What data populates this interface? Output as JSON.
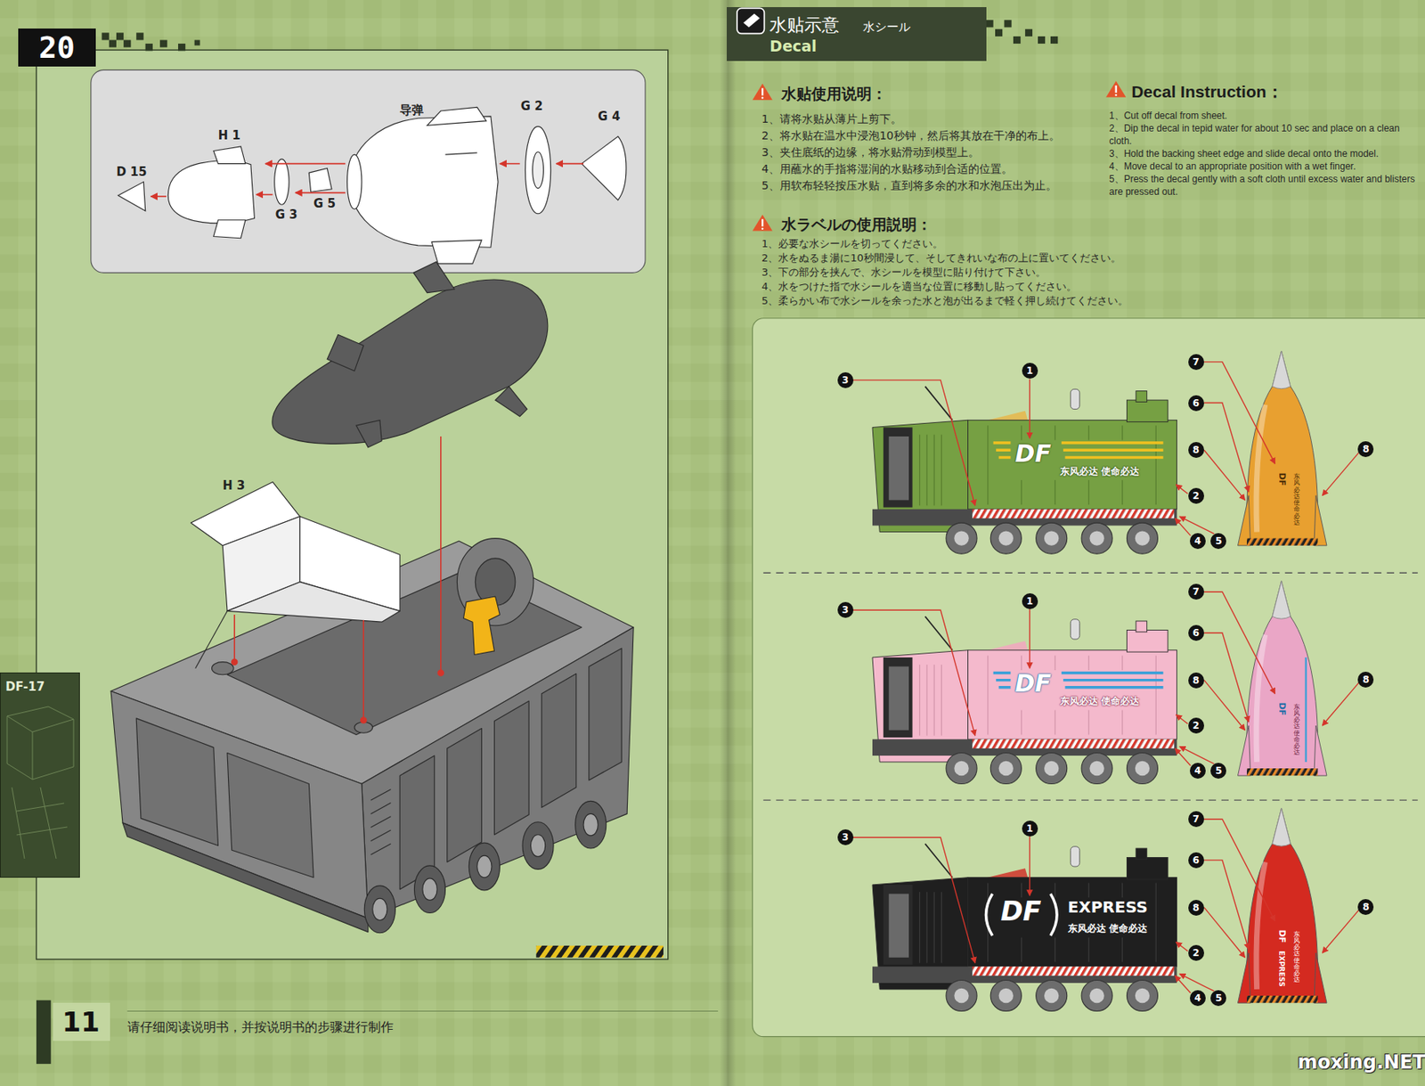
{
  "diagram": {
    "nodes": [
      {
        "text": [
          "20"
        ]
      },
      {
        "text": [
          "DF-17"
        ]
      },
      {
        "text": [
          "11"
        ]
      },
      {
        "text": [
          "水贴示意",
          "水シール",
          "Decal"
        ]
      }
    ],
    "labels": [
      "导弹",
      "G 2",
      "G 4",
      "H 1",
      "D 15",
      "G 3",
      "G 5",
      "H 3",
      "请仔细阅读说明书，并按说明书的步骤进行制作",
      "水贴使用说明：",
      "1、请将水贴从薄片上剪下。",
      "2、将水贴在温水中浸泡10秒钟，然后将其放在干净的布上。",
      "3、夹住底纸的边缘，将水贴滑动到模型上。",
      "4、用蘸水的手指将湿润的水贴移动到合适的位置。",
      "5、用软布轻轻按压水贴，直到将多余的水和水泡压出为止。",
      "水ラベルの使用説明：",
      "1、必要な水シールを切ってください。",
      "2、水をぬるま湯に10秒間浸して、そしてきれいな布の上に置いてください。",
      "3、下の部分を挟んで、水シールを模型に貼り付けて下さい。",
      "4、水をつけた指で水シールを適当な位置に移動し貼ってください。",
      "5、柔らかい布で水シールを余った水と泡が出るまで軽く押し続けてください。",
      "Decal Instruction：",
      "1、Cut off decal from sheet.",
      "2、Dip the decal in tepid water for about 10 sec and place on a clean cloth.",
      "3、Hold the backing sheet edge and slide decal onto the model.",
      "4、Move decal to an appropriate position with a wet finger.",
      "5、Press the decal gently with a soft cloth until excess water and blisters are pressed out.",
      "DF",
      "东风必达 使命必达",
      "3",
      "1",
      "7",
      "6",
      "8",
      "2",
      "8",
      "4",
      "5",
      "DF",
      "东风必达 使命必达",
      "DF",
      "东风必达 使命必达",
      "3",
      "1",
      "7",
      "6",
      "8",
      "2",
      "8",
      "4",
      "5",
      "DF",
      "东风必达 使命必达",
      "DF",
      "EXPRESS",
      "东风必达 使命必达",
      "3",
      "1",
      "7",
      "6",
      "8",
      "2",
      "8",
      "4",
      "5",
      "DF",
      "EXPRESS",
      "东风必达 使命必达",
      "moxing.NET"
    ]
  }
}
